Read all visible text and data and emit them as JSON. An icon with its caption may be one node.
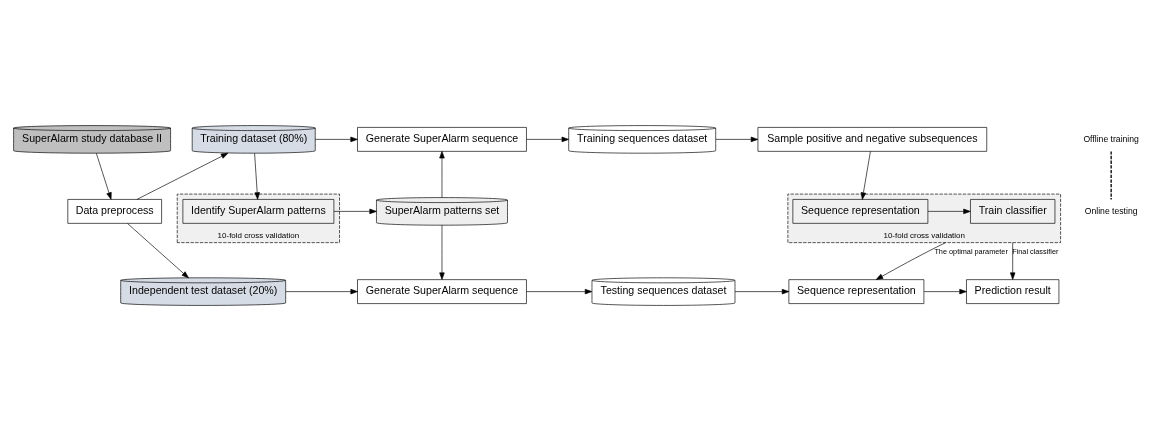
{
  "diagram": {
    "nodes": [
      {
        "text": [
          "SuperAlarm study database II"
        ]
      },
      {
        "text": [
          "Data preprocess"
        ]
      },
      {
        "text": [
          "Training dataset (80%)"
        ]
      },
      {
        "text": [
          "Generate SuperAlarm sequence"
        ]
      },
      {
        "text": [
          "Training sequences dataset"
        ]
      },
      {
        "text": [
          "Sample positive and negative subsequences"
        ]
      },
      {
        "text": [
          "10-fold cross validation"
        ]
      },
      {
        "text": [
          "Identify SuperAlarm patterns"
        ],
        "in": 6
      },
      {
        "text": [
          "SuperAlarm patterns set"
        ]
      },
      {
        "text": [
          "10-fold cross validation"
        ]
      },
      {
        "text": [
          "Sequence representation"
        ],
        "in": 9
      },
      {
        "text": [
          "Train classifier"
        ],
        "in": 9
      },
      {
        "text": [
          "Independent test dataset (20%)"
        ]
      },
      {
        "text": [
          "Generate SuperAlarm sequence"
        ]
      },
      {
        "text": [
          "Testing sequences dataset"
        ]
      },
      {
        "text": [
          "Sequence representation"
        ]
      },
      {
        "text": [
          "Prediction result"
        ]
      }
    ],
    "edges": [
      {
        "from": 0,
        "to": 1,
        "arrow": "to"
      },
      {
        "from": 1,
        "to": 2,
        "arrow": "to"
      },
      {
        "from": 2,
        "to": 7,
        "arrow": "to"
      },
      {
        "from": 2,
        "to": 3,
        "arrow": "to"
      },
      {
        "from": 7,
        "to": 8,
        "arrow": "to"
      },
      {
        "from": 8,
        "to": 3,
        "arrow": "to"
      },
      {
        "from": 3,
        "to": 4,
        "arrow": "to"
      },
      {
        "from": 4,
        "to": 5,
        "arrow": "to"
      },
      {
        "from": 5,
        "to": 10,
        "arrow": "to"
      },
      {
        "from": 10,
        "to": 11,
        "arrow": "to"
      },
      {
        "from": 1,
        "to": 12,
        "arrow": "to"
      },
      {
        "from": 8,
        "to": 13,
        "arrow": "to"
      },
      {
        "from": 12,
        "to": 13,
        "arrow": "to"
      },
      {
        "from": 13,
        "to": 14,
        "arrow": "to"
      },
      {
        "from": 14,
        "to": 15,
        "arrow": "to"
      },
      {
        "from": 15,
        "to": 16,
        "arrow": "to"
      },
      {
        "from": 9,
        "to": 15,
        "arrow": "to",
        "label": "The optimal parameter"
      },
      {
        "from": 9,
        "to": 16,
        "arrow": "to",
        "label": "Final classifier"
      }
    ],
    "labels": [
      "Offline training",
      "Online testing"
    ]
  }
}
